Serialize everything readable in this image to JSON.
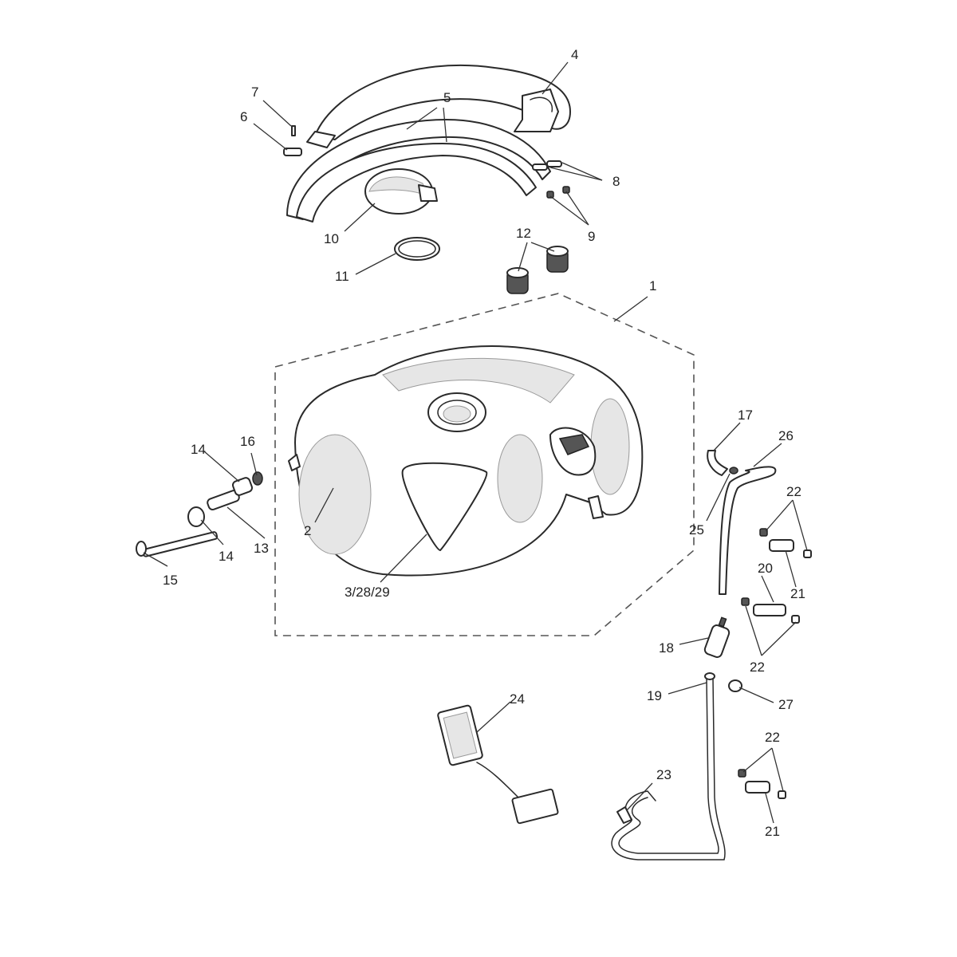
{
  "callouts": {
    "c1": "1",
    "c2": "2",
    "c3": "3/28/29",
    "c4": "4",
    "c5": "5",
    "c6": "6",
    "c7": "7",
    "c8": "8",
    "c9": "9",
    "c10": "10",
    "c11": "11",
    "c12": "12",
    "c13": "13",
    "c14a": "14",
    "c14b": "14",
    "c15": "15",
    "c16": "16",
    "c17": "17",
    "c18": "18",
    "c19": "19",
    "c20": "20",
    "c21a": "21",
    "c21b": "21",
    "c22a": "22",
    "c22b": "22",
    "c22c": "22",
    "c23": "23",
    "c24": "24",
    "c25": "25",
    "c26": "26",
    "c27": "27"
  },
  "colors": {
    "line": "#2a2a2a",
    "shade": "#e6e6e6",
    "background": "#ffffff"
  }
}
